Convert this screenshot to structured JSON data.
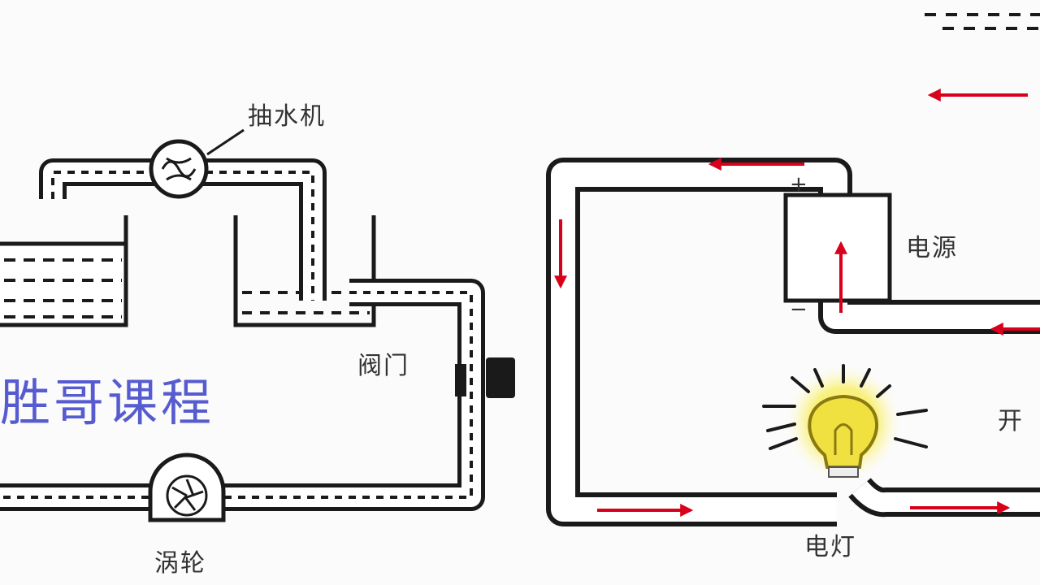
{
  "watermark": "胜哥课程",
  "water_circuit": {
    "pump_label": "抽水机",
    "valve_label": "阀门",
    "turbine_label": "涡轮"
  },
  "electric_circuit": {
    "source_label": "电源",
    "lamp_label": "电灯",
    "switch_label_partial": "开",
    "plus_sign": "+",
    "minus_sign": "−"
  },
  "colors": {
    "wire": "#1a1a1a",
    "current_arrow": "#d8001a",
    "lamp_glow": "#f5e84a",
    "watermark": "#3a40c8"
  }
}
